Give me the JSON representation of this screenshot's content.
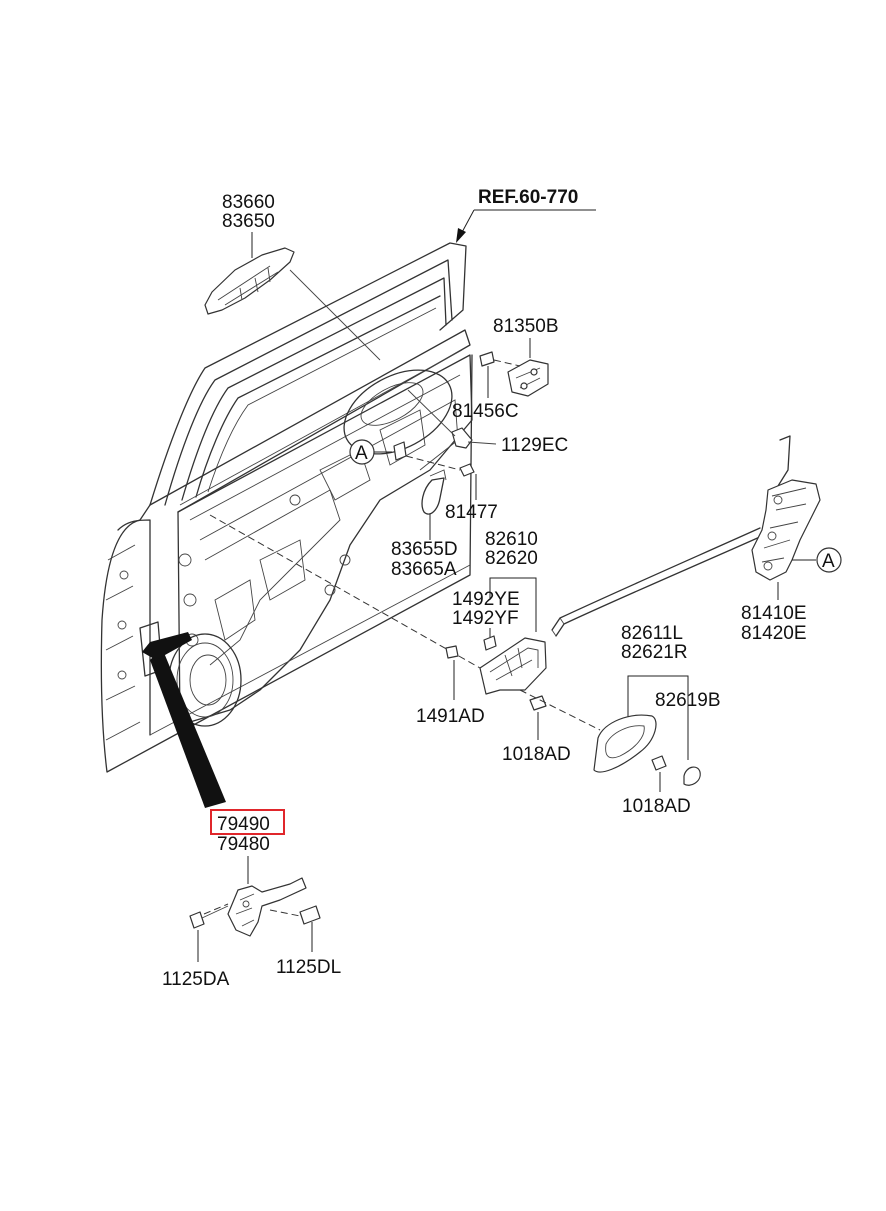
{
  "diagram": {
    "reference": "REF.60-770",
    "callout_marker": "A",
    "highlight_color": "#e0262b",
    "parts": {
      "outside_handle": [
        "83660",
        "83650"
      ],
      "striker": "81350B",
      "striker_screw": "81456C",
      "bolt": "1129EC",
      "clip": "81477",
      "rod": [
        "83655D",
        "83665A"
      ],
      "handle_bracket": [
        "82610",
        "82620"
      ],
      "rivet": [
        "1492YE",
        "1492YF"
      ],
      "nut": "1491AD",
      "screw_bracket": "1018AD",
      "door_latch": [
        "81410E",
        "81420E"
      ],
      "inside_handle": [
        "82611L",
        "82621R"
      ],
      "cap": "82619B",
      "screw_handle": "1018AD",
      "checker_highlighted": "79490",
      "checker": "79480",
      "bolt_checker_left": "1125DA",
      "bolt_checker_right": "1125DL"
    }
  }
}
